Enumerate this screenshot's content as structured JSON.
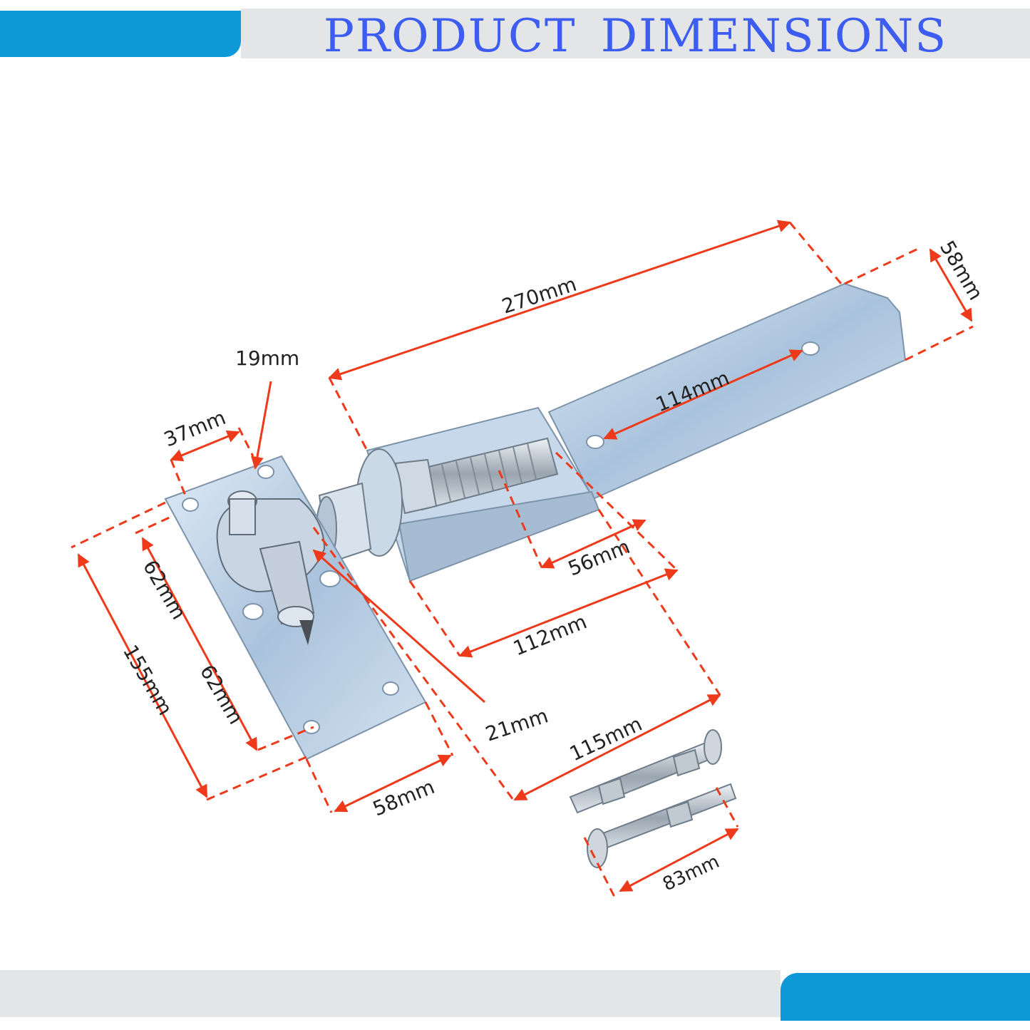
{
  "header": {
    "title": "PRODUCT  DIMENSIONS"
  },
  "colors": {
    "accent_blue": "#0d98d8",
    "title_blue": "#3d5df2",
    "banner_gray": "#e4e5e7",
    "dimension_red": "#ee3a1a",
    "metal": "#b8cde2"
  },
  "dimensions": {
    "hinge_length": "270mm",
    "hinge_width": "58mm",
    "hole_spacing": "114mm",
    "pin_diameter": "19mm",
    "plate_width_top": "37mm",
    "plate_height": "155mm",
    "plate_upper": "62mm",
    "plate_lower": "62mm",
    "plate_width": "58mm",
    "pin_height": "21mm",
    "thread_length": "56mm",
    "adjust_length": "112mm",
    "bracket_length": "115mm",
    "bolt_length": "83mm"
  },
  "icons": [
    "hinge-strap-icon",
    "pin-plate-icon",
    "coach-bolt-icon"
  ]
}
